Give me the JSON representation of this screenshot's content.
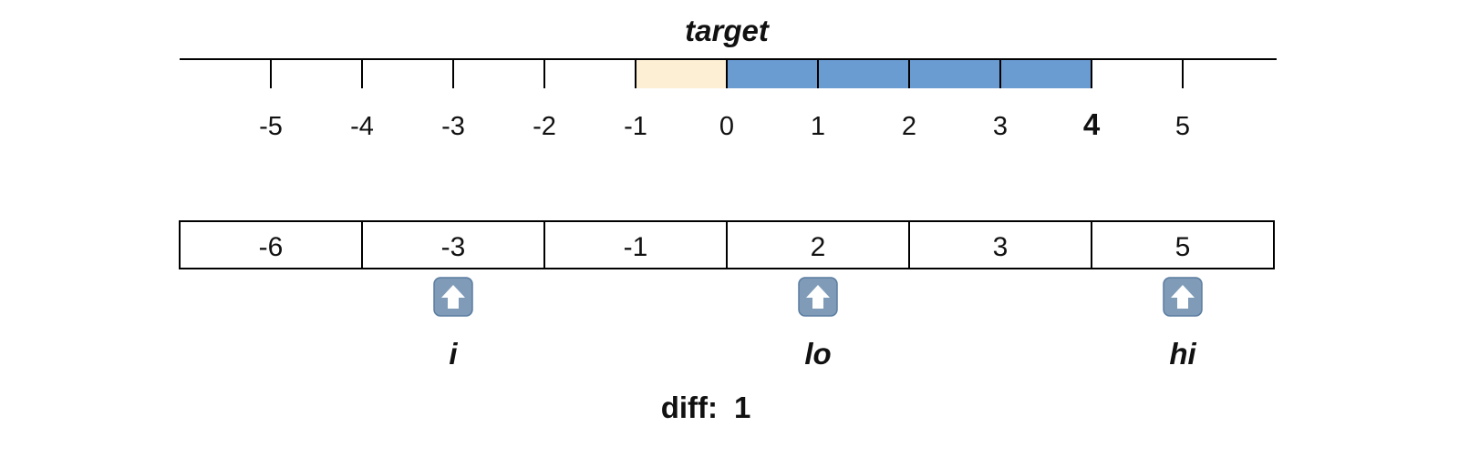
{
  "number_line": {
    "title": "target",
    "ticks": [
      -5,
      -4,
      -3,
      -2,
      -1,
      0,
      1,
      2,
      3,
      4,
      5
    ],
    "bold_tick": 4,
    "highlight_range": {
      "start": -1,
      "end": 0,
      "color": "#fcefd4"
    },
    "selected_range": {
      "start": 0,
      "end": 4,
      "color": "#6a9bd1"
    }
  },
  "array": {
    "cells": [
      "-6",
      "-3",
      "-1",
      "2",
      "3",
      "5"
    ]
  },
  "pointers": [
    {
      "label": "i",
      "index": 1,
      "icon": "up-arrow-icon"
    },
    {
      "label": "lo",
      "index": 3,
      "icon": "up-arrow-icon"
    },
    {
      "label": "hi",
      "index": 5,
      "icon": "up-arrow-icon"
    }
  ],
  "diff": {
    "label": "diff:",
    "value": "1"
  },
  "colors": {
    "arrow_box": "#7f9bb8",
    "arrow_box_border": "#5b7da0",
    "line": "#000000"
  }
}
